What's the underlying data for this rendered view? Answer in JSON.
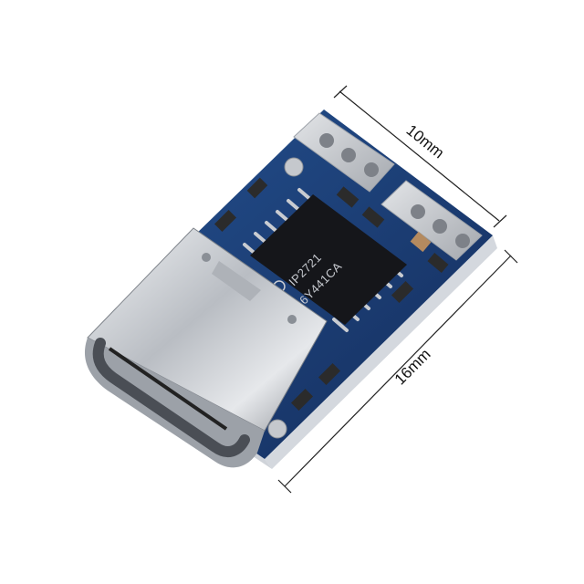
{
  "dimensions": {
    "width_label": "10mm",
    "length_label": "16mm"
  },
  "chip": {
    "line1": "IP2721",
    "line2": "6Y441CA"
  },
  "colors": {
    "pcb": "#1d3f7a",
    "pcb_edge": "#d9dde3",
    "chip": "#15161a",
    "connector": "#c8ccd1",
    "pads": "#c9cbcf"
  }
}
